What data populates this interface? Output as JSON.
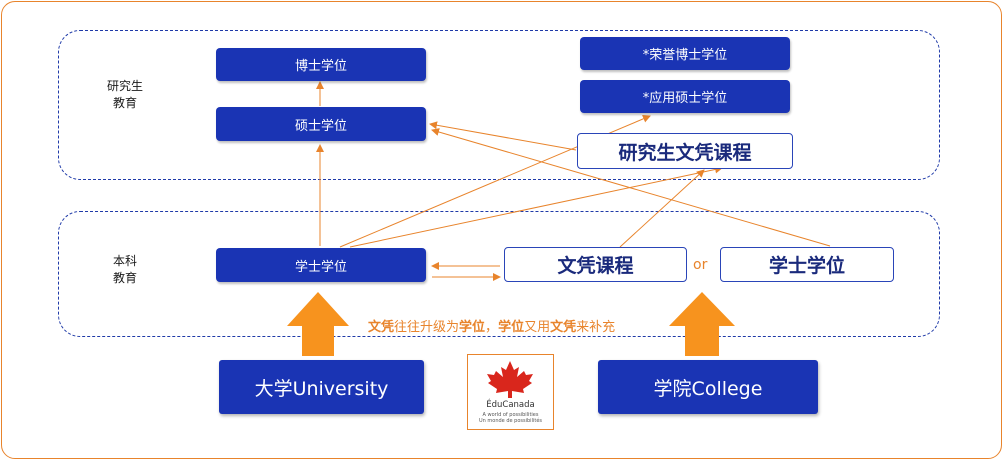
{
  "sections": {
    "graduate_label_1": "研究生",
    "graduate_label_2": "教育",
    "undergrad_label_1": "本科",
    "undergrad_label_2": "教育"
  },
  "boxes": {
    "phd": "博士学位",
    "masters": "硕士学位",
    "honorary_phd": "*荣誉博士学位",
    "applied_masters": "*应用硕士学位",
    "grad_diploma": "研究生文凭课程",
    "bachelor": "学士学位",
    "diploma": "文凭课程",
    "or": "or",
    "college_bachelor": "学士学位"
  },
  "note": {
    "p1": "文凭",
    "p2": "往往升级为",
    "p3": "学位",
    "p4": "，",
    "p5": "学位",
    "p6": "又用",
    "p7": "文凭",
    "p8": "来补充"
  },
  "bottom": {
    "university": "大学University",
    "college": "学院College"
  },
  "logo": {
    "name": "ÉduCanada",
    "tagline_en": "A world of possibilities",
    "tagline_fr": "Un monde de possibilités"
  },
  "colors": {
    "navy": "#1a34b4",
    "orange": "#e8842c",
    "arrow_orange": "#f7931e",
    "maple_red": "#d9261c"
  }
}
